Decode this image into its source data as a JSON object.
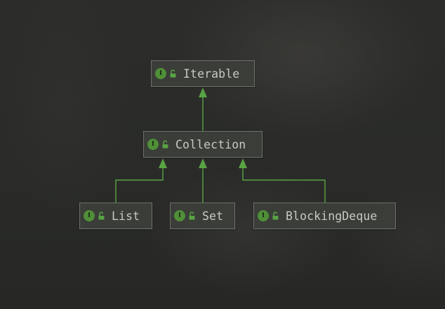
{
  "diagram": {
    "type": "class-hierarchy",
    "badge_letter": "I",
    "badge_icon": "interface-icon",
    "access_icon": "unlocked-padlock-icon",
    "colors": {
      "edge": "#58a343",
      "badge": "#4f8f38",
      "node_fill": "#3b3d39",
      "node_border": "#6e706a",
      "label": "#c7c9c3"
    },
    "nodes": [
      {
        "id": "iterable",
        "label": "Iterable",
        "kind": "interface"
      },
      {
        "id": "collection",
        "label": "Collection",
        "kind": "interface"
      },
      {
        "id": "list",
        "label": "List",
        "kind": "interface"
      },
      {
        "id": "set",
        "label": "Set",
        "kind": "interface"
      },
      {
        "id": "blockingdeque",
        "label": "BlockingDeque",
        "kind": "interface"
      }
    ],
    "edges": [
      {
        "from": "collection",
        "to": "iterable",
        "relation": "extends"
      },
      {
        "from": "list",
        "to": "collection",
        "relation": "extends"
      },
      {
        "from": "set",
        "to": "collection",
        "relation": "extends"
      },
      {
        "from": "blockingdeque",
        "to": "collection",
        "relation": "extends"
      }
    ]
  }
}
